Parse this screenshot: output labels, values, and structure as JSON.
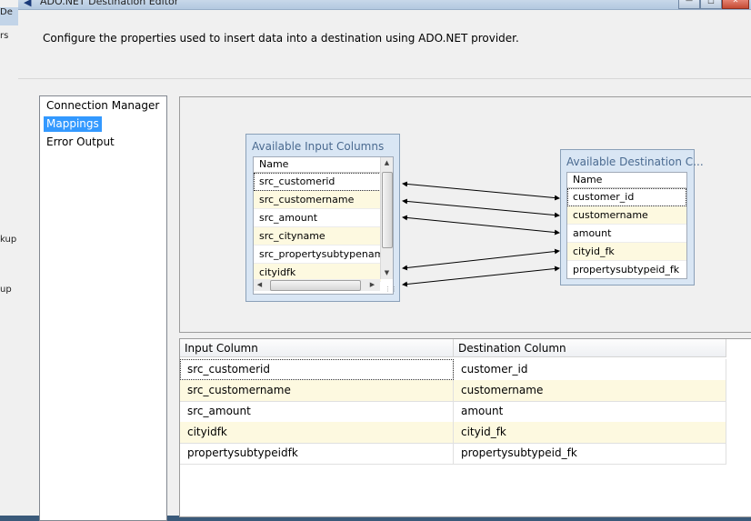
{
  "window": {
    "title": "ADO.NET Destination Editor"
  },
  "background": {
    "fragments": [
      "De",
      "rs",
      "kup",
      "up"
    ]
  },
  "description": "Configure the properties used to insert data into a destination using ADO.NET provider.",
  "nav": {
    "items": [
      {
        "label": "Connection Manager",
        "selected": false
      },
      {
        "label": "Mappings",
        "selected": true
      },
      {
        "label": "Error Output",
        "selected": false
      }
    ]
  },
  "input_columns": {
    "title": "Available Input Columns",
    "header": "Name",
    "items": [
      "src_customerid",
      "src_customername",
      "src_amount",
      "src_cityname",
      "src_propertysubtypename",
      "cityidfk"
    ]
  },
  "destination_columns": {
    "title": "Available Destination C...",
    "header": "Name",
    "items": [
      "customer_id",
      "customername",
      "amount",
      "cityid_fk",
      "propertysubtypeid_fk"
    ]
  },
  "mapping_table": {
    "headers": [
      "Input Column",
      "Destination Column"
    ],
    "rows": [
      [
        "src_customerid",
        "customer_id"
      ],
      [
        "src_customername",
        "customername"
      ],
      [
        "src_amount",
        "amount"
      ],
      [
        "cityidfk",
        "cityid_fk"
      ],
      [
        "propertysubtypeidfk",
        "propertysubtypeid_fk"
      ]
    ]
  },
  "icons": {
    "window": "db-destination-icon",
    "scroll_up": "chevron-up-icon",
    "scroll_down": "chevron-down-icon",
    "scroll_left": "chevron-left-icon",
    "scroll_right": "chevron-right-icon"
  },
  "colors": {
    "selection": "#3399ff",
    "row_alt": "#fdf9e0",
    "box_title": "#4a6a90",
    "box_bg": "#d9e6f4"
  }
}
